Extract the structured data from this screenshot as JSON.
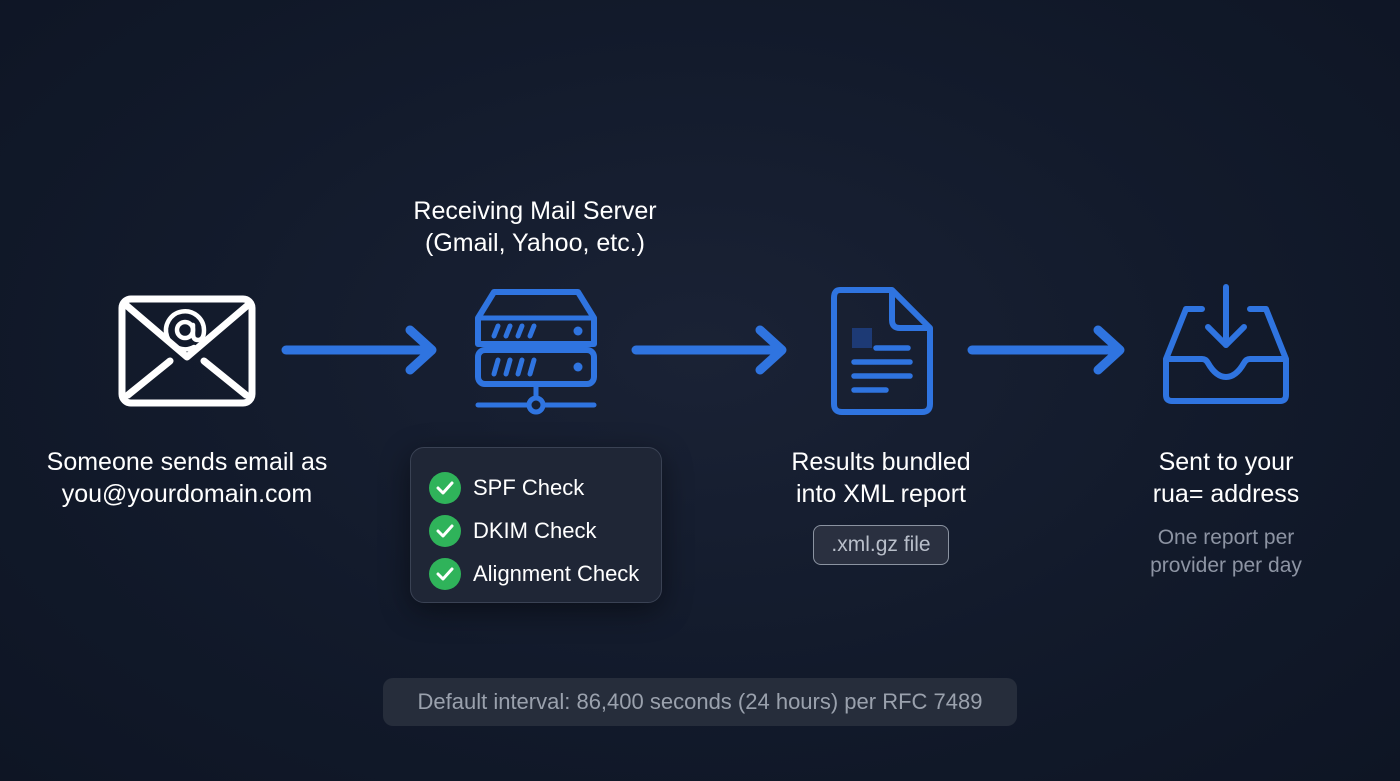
{
  "steps": {
    "sender": {
      "icon": "envelope-at-icon",
      "line1": "Someone sends email as",
      "line2": "you@yourdomain.com"
    },
    "server": {
      "icon": "server-icon",
      "title_line1": "Receiving Mail Server",
      "title_line2": "(Gmail, Yahoo, etc.)",
      "checks": [
        "SPF Check",
        "DKIM Check",
        "Alignment Check"
      ]
    },
    "report": {
      "icon": "document-icon",
      "line1": "Results bundled",
      "line2": "into XML report",
      "badge": ".xml.gz file"
    },
    "inbox": {
      "icon": "inbox-download-icon",
      "line1": "Sent to your",
      "line2": "rua= address",
      "note_line1": "One report per",
      "note_line2": "provider per day"
    }
  },
  "footer": "Default interval: 86,400 seconds (24 hours) per RFC 7489",
  "colors": {
    "background": "#121a2b",
    "accent_blue": "#2f74e0",
    "check_green": "#2fb35a",
    "white": "#ffffff"
  }
}
